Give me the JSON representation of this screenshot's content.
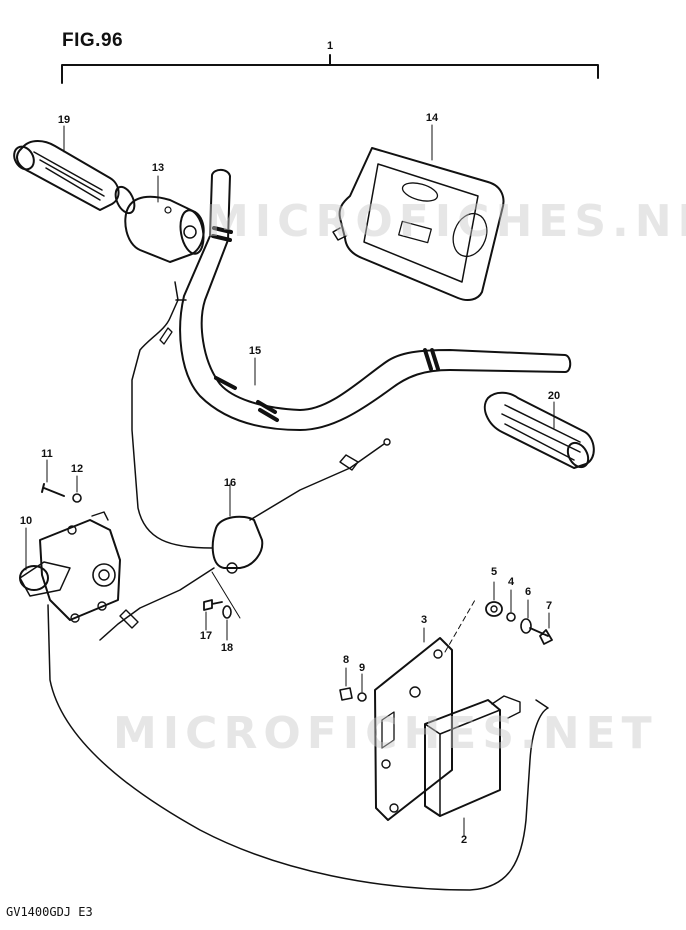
{
  "figure": {
    "title": "FIG.96",
    "model_code": "GV1400GDJ  E3"
  },
  "watermarks": [
    "MICROFICHES.NET",
    "MICROFICHES.NET"
  ],
  "callouts": {
    "p1": "1",
    "p2": "2",
    "p3": "3",
    "p4": "4",
    "p5": "5",
    "p6": "6",
    "p7": "7",
    "p8": "8",
    "p9": "9",
    "p10": "10",
    "p11": "11",
    "p12": "12",
    "p13": "13",
    "p14": "14",
    "p15": "15",
    "p16": "16",
    "p17": "17",
    "p18": "18",
    "p19": "19",
    "p20": "20"
  },
  "colors": {
    "ink": "#111111",
    "watermark": "#c8c8c8"
  }
}
